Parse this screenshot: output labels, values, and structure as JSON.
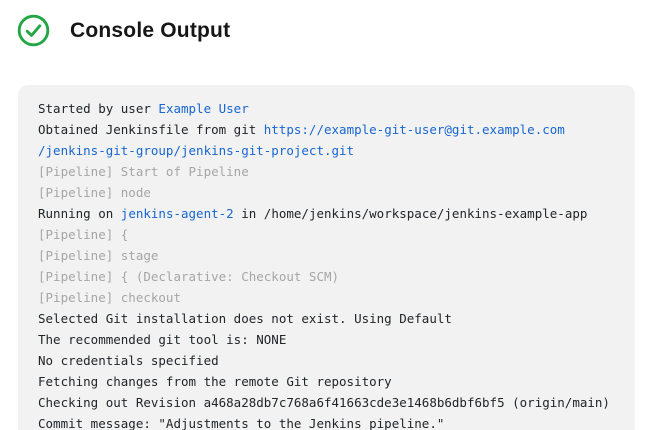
{
  "header": {
    "title": "Console Output",
    "status_icon": "check-circle-icon"
  },
  "colors": {
    "accent_green": "#23a644",
    "link_blue": "#1766d1",
    "text_dark": "#212529",
    "muted_gray": "#a6a6a6",
    "console_bg": "#f2f2f2"
  },
  "console": {
    "lines": [
      {
        "segments": [
          {
            "text": "Started by user ",
            "type": "plain"
          },
          {
            "text": "Example User",
            "type": "link",
            "name": "user-link"
          }
        ]
      },
      {
        "segments": [
          {
            "text": "Obtained Jenkinsfile from git ",
            "type": "plain"
          },
          {
            "text": "https://example-git-user@git.example.com",
            "type": "link",
            "name": "repo-url-link"
          }
        ]
      },
      {
        "segments": [
          {
            "text": "/jenkins-git-group/jenkins-git-project.git",
            "type": "link",
            "name": "repo-url-link-continued"
          }
        ]
      },
      {
        "segments": [
          {
            "text": "[Pipeline] Start of Pipeline",
            "type": "muted"
          }
        ]
      },
      {
        "segments": [
          {
            "text": "[Pipeline] node",
            "type": "muted"
          }
        ]
      },
      {
        "segments": [
          {
            "text": "Running on ",
            "type": "plain"
          },
          {
            "text": "jenkins-agent-2",
            "type": "link",
            "name": "agent-link"
          },
          {
            "text": " in /home/jenkins/workspace/jenkins-example-app",
            "type": "plain"
          }
        ]
      },
      {
        "segments": [
          {
            "text": "[Pipeline] {",
            "type": "muted"
          }
        ]
      },
      {
        "segments": [
          {
            "text": "[Pipeline] stage",
            "type": "muted"
          }
        ]
      },
      {
        "segments": [
          {
            "text": "[Pipeline] { (Declarative: Checkout SCM)",
            "type": "muted"
          }
        ]
      },
      {
        "segments": [
          {
            "text": "[Pipeline] checkout",
            "type": "muted"
          }
        ]
      },
      {
        "segments": [
          {
            "text": "Selected Git installation does not exist. Using Default",
            "type": "plain"
          }
        ]
      },
      {
        "segments": [
          {
            "text": "The recommended git tool is: NONE",
            "type": "plain"
          }
        ]
      },
      {
        "segments": [
          {
            "text": "No credentials specified",
            "type": "plain"
          }
        ]
      },
      {
        "segments": [
          {
            "text": "Fetching changes from the remote Git repository",
            "type": "plain"
          }
        ]
      },
      {
        "segments": [
          {
            "text": "Checking out Revision a468a28db7c768a6f41663cde3e1468b6dbf6bf5 (origin/main)",
            "type": "plain"
          }
        ]
      },
      {
        "segments": [
          {
            "text": "Commit message: \"Adjustments to the Jenkins pipeline.\"",
            "type": "plain"
          }
        ]
      }
    ]
  }
}
